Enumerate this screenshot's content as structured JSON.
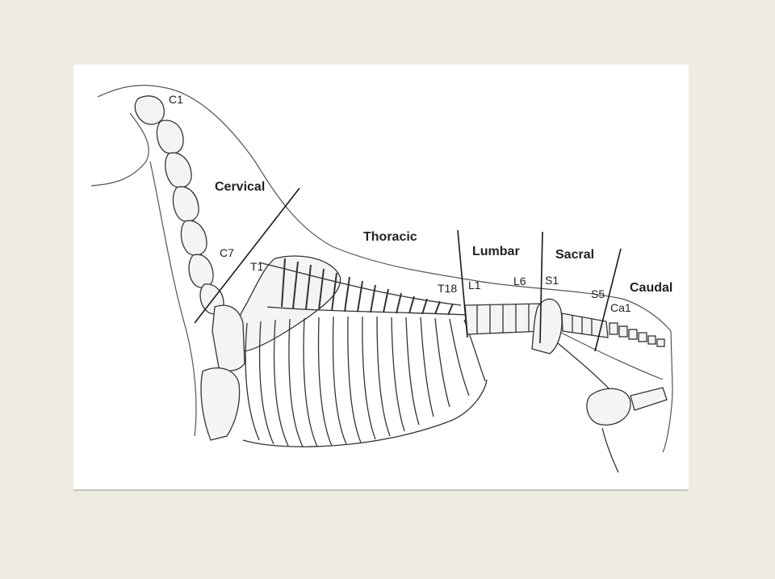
{
  "regions": {
    "cervical": "Cervical",
    "thoracic": "Thoracic",
    "lumbar": "Lumbar",
    "sacral": "Sacral",
    "caudal": "Caudal"
  },
  "vertebrae": {
    "c1": "C1",
    "c7": "C7",
    "t1": "T1",
    "t18": "T18",
    "l1": "L1",
    "l6": "L6",
    "s1": "S1",
    "s5": "S5",
    "ca1": "Ca1"
  },
  "colors": {
    "slide_background": "#eeece1",
    "figure_background": "#ffffff",
    "line": "#222222"
  }
}
